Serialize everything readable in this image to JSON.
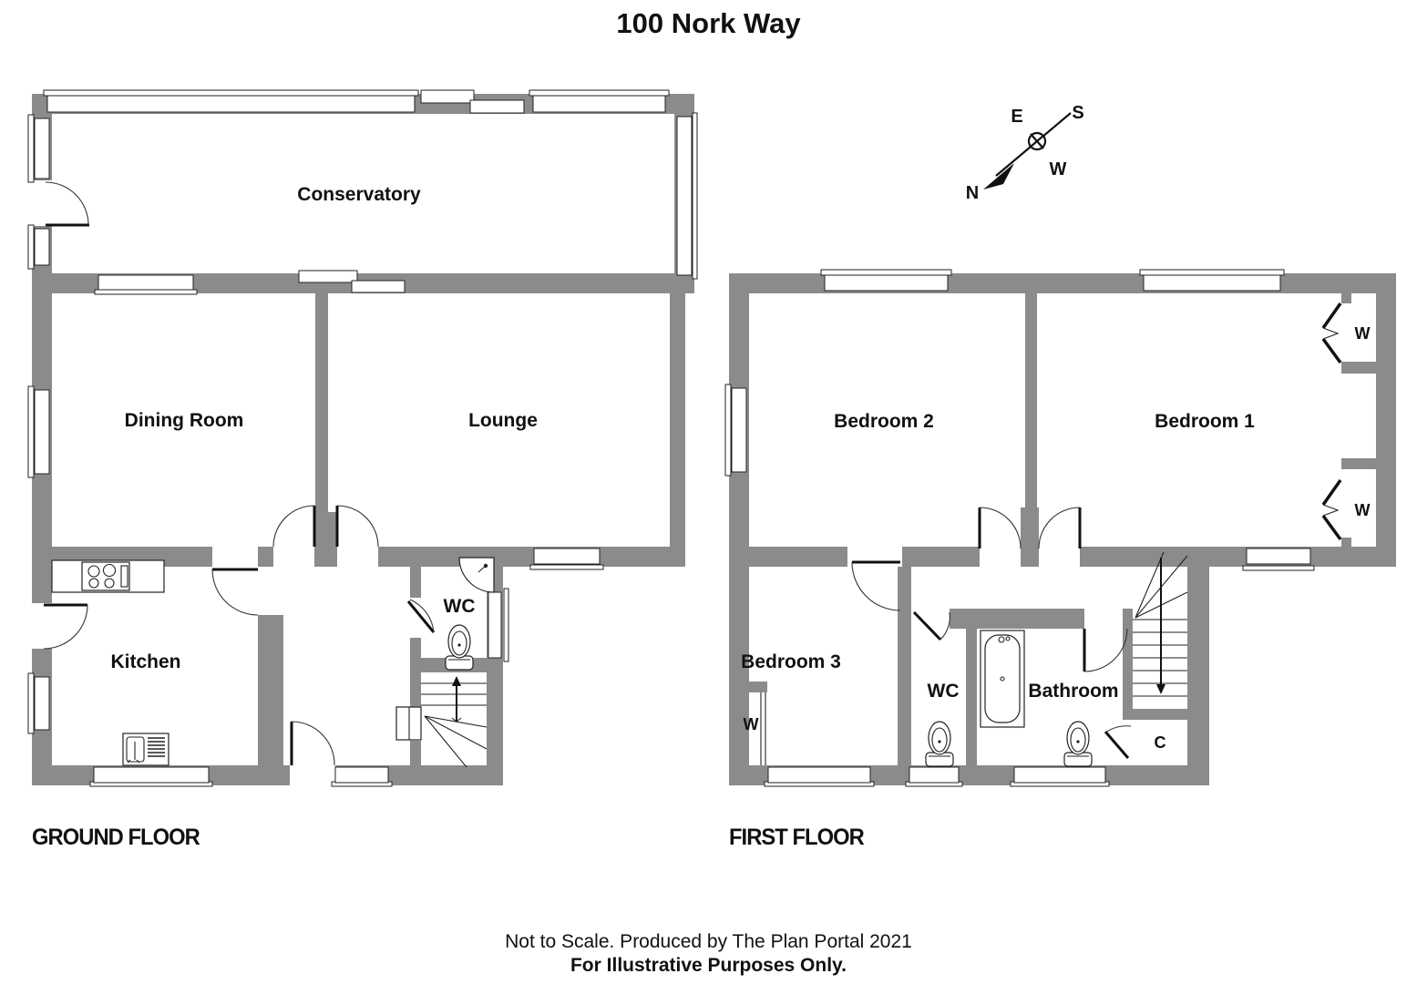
{
  "title": "100 Nork Way",
  "compass": {
    "north": "N",
    "east": "E",
    "south": "S",
    "west": "W"
  },
  "ground_floor": {
    "label": "GROUND FLOOR",
    "rooms": {
      "conservatory": "Conservatory",
      "dining_room": "Dining Room",
      "lounge": "Lounge",
      "kitchen": "Kitchen",
      "wc": "WC"
    }
  },
  "first_floor": {
    "label": "FIRST FLOOR",
    "rooms": {
      "bedroom1": "Bedroom 1",
      "bedroom2": "Bedroom 2",
      "bedroom3": "Bedroom 3",
      "wc": "WC",
      "bathroom": "Bathroom",
      "wardrobe": "W",
      "cupboard": "C"
    }
  },
  "footer": {
    "line1": "Not to Scale. Produced by The Plan Portal 2021",
    "line2": "For Illustrative Purposes Only."
  },
  "colors": {
    "wall": "#8a8c8c",
    "line": "#222222",
    "background": "#ffffff"
  }
}
